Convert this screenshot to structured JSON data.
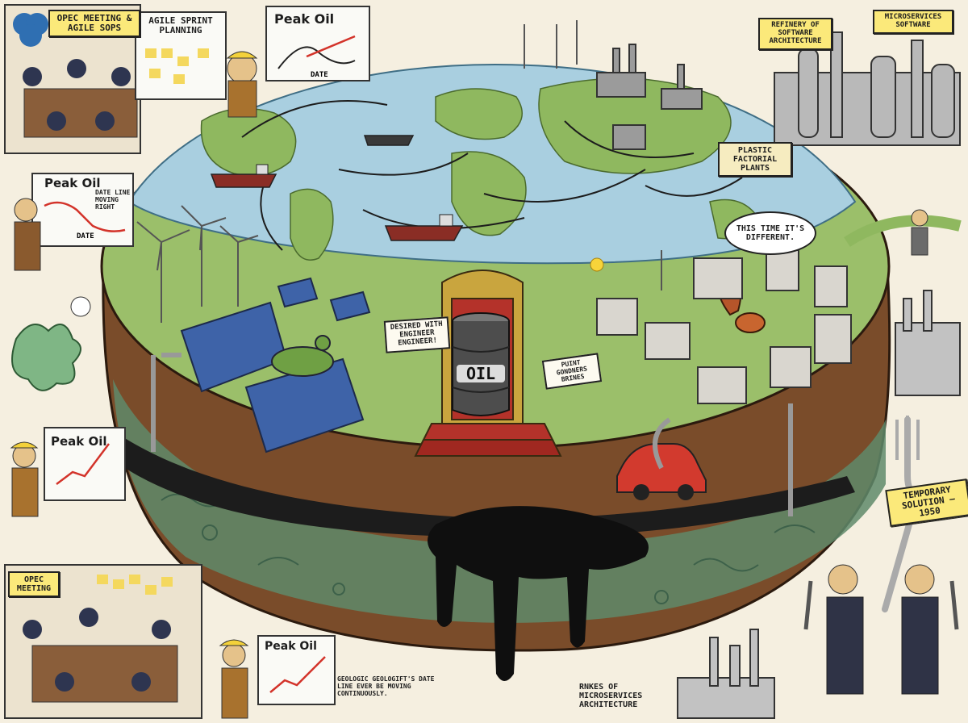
{
  "scene": {
    "center_barrel": "OIL",
    "thought_bubble": "THIS TIME IT'S DIFFERENT.",
    "sign_protest_left": "DESIRED WITH ENGINEER ENGINEER!",
    "sign_protest_right": "PUINT GONDNERS BRINES",
    "plastic_plants": "PLASTIC FACTORIAL PLANTS"
  },
  "panels": {
    "opec_top": "OPEC MEETING & AGILE SOPS",
    "agile_board": "AGILE SPRINT PLANNING",
    "peak_oil_top": {
      "title": "Peak Oil",
      "axis": "DATE"
    },
    "peak_oil_left": {
      "title": "Peak Oil",
      "axis": "DATE",
      "note": "DATE LINE MOVING RIGHT"
    },
    "peak_oil_mid": {
      "title": "Peak Oil"
    },
    "opec_bottom": "OPEC MEETING",
    "peak_oil_bottom": {
      "title": "Peak Oil"
    },
    "geology_caption": "GEOLOGIC GEOLOGIFT'S DATE LINE EVER BE MOVING CONTINUOUSLY.",
    "refinery_left": "REFINERY OF SOFTWARE ARCHITECTURE",
    "refinery_right": "MICROSERVICES SOFTWARE",
    "temporary": "TEMPORARY SOLUTION — 1950",
    "bottom_industry": "RNKES OF MICROSERVICES ARCHITECTURE"
  },
  "colors": {
    "ocean": "#a9cfe0",
    "land": "#9bbf6a",
    "soil": "#8b5a34",
    "oil": "#141414",
    "note_yellow": "#fbe97a",
    "throne_red": "#b4322a"
  }
}
